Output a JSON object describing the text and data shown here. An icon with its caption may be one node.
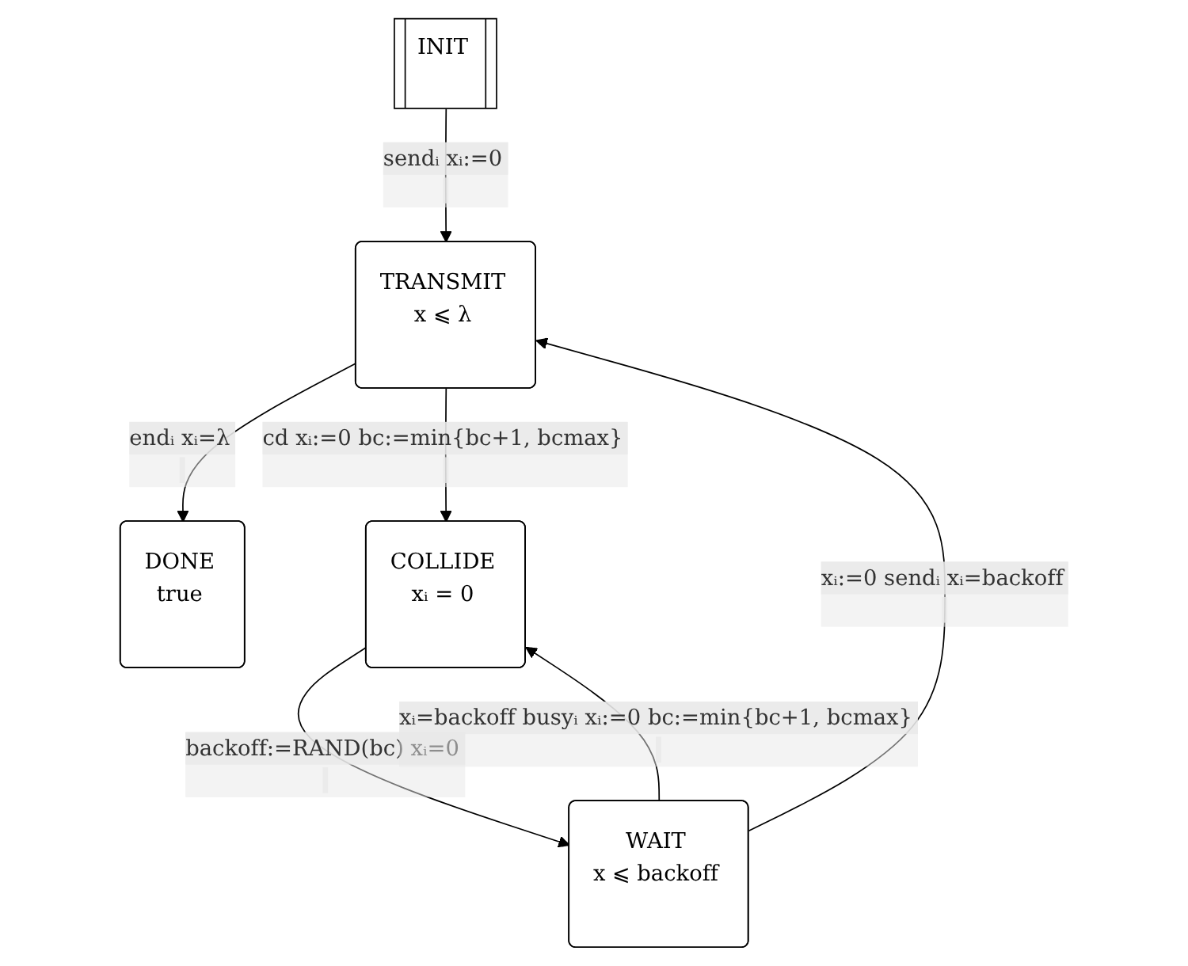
{
  "diagram": {
    "nodes": [
      {
        "text": [
          "INIT"
        ]
      },
      {
        "text": [
          "DONE",
          "true"
        ]
      },
      {
        "text": [
          "TRANSMIT",
          "x ⩽ λ"
        ]
      },
      {
        "text": [
          "WAIT",
          "x ⩽ backoff"
        ]
      },
      {
        "text": [
          "COLLIDE",
          "xᵢ = 0"
        ]
      }
    ],
    "edges": [
      {
        "from": 0,
        "to": 2,
        "arrow": "to",
        "label": "sendᵢ xᵢ:=0"
      },
      {
        "from": 2,
        "to": 1,
        "arrow": "to",
        "label": "endᵢ xᵢ=λ"
      },
      {
        "from": 2,
        "to": 4,
        "arrow": "to",
        "label": "cd xᵢ:=0 bc:=min{bc+1, bcmax}"
      },
      {
        "from": 4,
        "to": 3,
        "arrow": "to",
        "label": "backoff:=RAND(bc) xᵢ=0"
      },
      {
        "from": 3,
        "to": 4,
        "arrow": "to",
        "label": "xᵢ=backoff busyᵢ xᵢ:=0 bc:=min{bc+1, bcmax}"
      },
      {
        "from": 3,
        "to": 2,
        "arrow": "to",
        "label": "xᵢ:=0 sendᵢ xᵢ=backoff"
      }
    ]
  }
}
